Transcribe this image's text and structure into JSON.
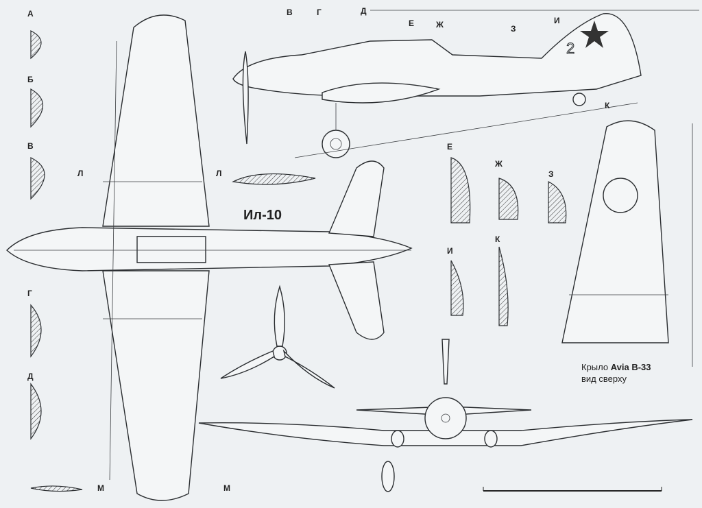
{
  "title": "Ил-10",
  "section_labels_left": [
    "А",
    "Б",
    "В",
    "Г",
    "Д"
  ],
  "section_labels_top": [
    "В",
    "Г",
    "Д",
    "Е",
    "Ж",
    "З",
    "И",
    "К"
  ],
  "section_labels_right": [
    "Е",
    "Ж",
    "З",
    "И",
    "К"
  ],
  "cut_labels": {
    "l": "Л",
    "m": "М"
  },
  "tail_number": "2",
  "caption": {
    "line1_prefix": "Крыло",
    "line1_bold": "Avia B-33",
    "line2": "вид сверху"
  },
  "colors": {
    "line": "#2a2d30",
    "paper": "#eef1f3"
  }
}
